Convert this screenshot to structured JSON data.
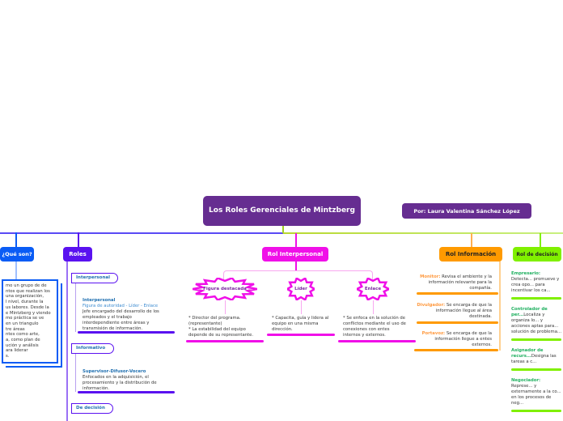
{
  "title": "Los Roles Gerenciales de Mintzberg",
  "author": "Por: Laura Valentina Sánchez López",
  "colors": {
    "title": "#662d91",
    "que_son": "#0a5cf5",
    "roles": "#5a12f0",
    "interpersonal": "#f010e8",
    "informacion": "#ff9a00",
    "decision": "#80f000"
  },
  "que_son": {
    "label": "¿Qué son?",
    "lines": [
      "mo un grupo de  de",
      "ntos que realizan los",
      "una organización,",
      "l nivel, durante la",
      "us labores. Desde la",
      "e Mintzberg y viendo",
      "mo práctica se ve",
      "en un triangulo",
      "tre áreas",
      "ntes como arte,",
      "a, como plan de",
      "ución y análisis",
      "ara liderar",
      "s."
    ]
  },
  "roles": {
    "label": "Roles",
    "items": [
      {
        "label": "Interpersonal",
        "heading": "Interpersonal",
        "sub": "Figura de autoridad - Líder - Enlace",
        "text": "Jefe encargado del desarrollo de los empleados y el trabajo interdependiente entre áreas y transmisión de información."
      },
      {
        "label": "Informativo",
        "heading": "Supervisor-Difusor-Vocero",
        "text": "Enfocados en la adquisición, el procesamiento y la distribución de información."
      },
      {
        "label": "De decisión"
      }
    ]
  },
  "interpersonal": {
    "label": "Rol Interpersonal",
    "items": [
      {
        "label": "Figura destacada",
        "text": "* Director del programa. (representante)\n* La estabilidad del equipo depende de su representante."
      },
      {
        "label": "Líder",
        "text": "* Capacita, guía y lidera al equipo en una misma dirección."
      },
      {
        "label": "Enlace",
        "text": "* Se enfoca en la solución de conflictos mediante el uso de conexiones con entes internos y externos."
      }
    ]
  },
  "informacion": {
    "label": "Rol Información",
    "items": [
      {
        "term": "Monitor:",
        "text": " Revisa el ambiente y la información relevante para la compañía."
      },
      {
        "term": "Divulgador:",
        "text": " Se encarga de que la información llegue al área destinada."
      },
      {
        "term": "Portavoz:",
        "text": " Se encarga de que la información llegue a entes externos."
      }
    ]
  },
  "decision": {
    "label": "Rol de decisión",
    "items": [
      {
        "term": "Empresario:",
        "text": " Detecta... promueve y crea opo... para incentivar los ca..."
      },
      {
        "term": "Controlador de per...",
        "text": "Localiza y organiza lo... y acciones aptas para... solución de problema..."
      },
      {
        "term": "Asignador de recurs...",
        "text": "Designa las tareas a c..."
      },
      {
        "term": "Negociador:",
        "text": " Represe... y externamente a la co... en los procesos de neg..."
      }
    ]
  }
}
